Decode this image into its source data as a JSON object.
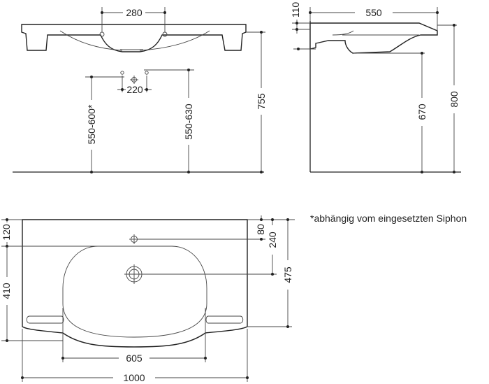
{
  "front_view": {
    "dim_faucet_spacing": "280",
    "dim_wall_spacing": "220",
    "dim_height_left": "550-600*",
    "dim_height_right": "550-630",
    "dim_height_total": "755"
  },
  "side_view": {
    "dim_top": "110",
    "dim_depth": "550",
    "dim_height_inner": "670",
    "dim_height_total": "800"
  },
  "top_view": {
    "dim_top_margin": "120",
    "dim_bowl_depth": "410",
    "dim_tap_offset": "80",
    "dim_drain_offset": "240",
    "dim_total_depth": "475",
    "dim_bowl_width": "605",
    "dim_total_width": "1000"
  },
  "footnote": "*abhängig vom eingesetzten Siphon"
}
